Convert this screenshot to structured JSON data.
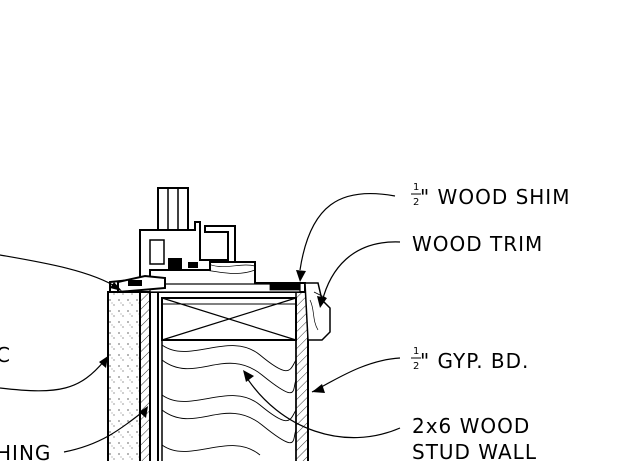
{
  "labels": {
    "wood_shim": {
      "fraction_num": "1",
      "fraction_den": "2",
      "text": "\" WOOD SHIM"
    },
    "wood_trim": {
      "text": "WOOD TRIM"
    },
    "gyp_bd": {
      "fraction_num": "1",
      "fraction_den": "2",
      "text": "\" GYP. BD."
    },
    "stud_wall": {
      "line1": "2x6 WOOD",
      "line2": "STUD WALL"
    },
    "left_c": {
      "text": "C"
    },
    "left_hing": {
      "text": "HING"
    }
  },
  "colors": {
    "ink": "#000000",
    "paper": "#ffffff"
  }
}
